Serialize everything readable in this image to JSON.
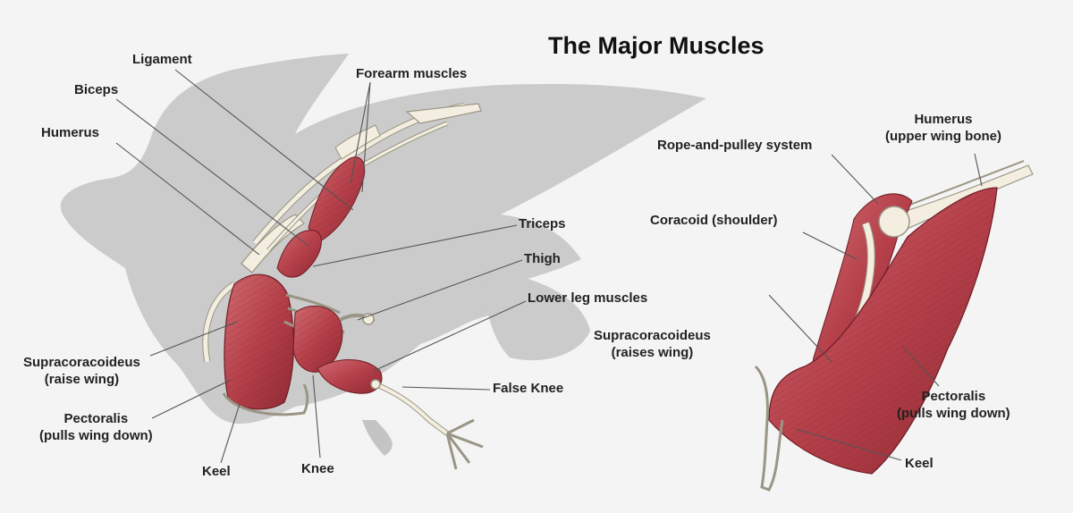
{
  "title": "The Major Muscles",
  "left_figure": {
    "labels": {
      "ligament": "Ligament",
      "biceps": "Biceps",
      "humerus": "Humerus",
      "forearm_muscles": "Forearm muscles",
      "triceps": "Triceps",
      "thigh": "Thigh",
      "lower_leg_muscles": "Lower leg muscles",
      "supracoracoideus": [
        "Supracoracoideus",
        "(raise wing)"
      ],
      "pectoralis": [
        "Pectoralis",
        "(pulls wing down)"
      ],
      "false_knee": "False Knee",
      "keel": "Keel",
      "knee": "Knee"
    }
  },
  "right_figure": {
    "labels": {
      "humerus": [
        "Humerus",
        "(upper wing bone)"
      ],
      "rope_pulley": "Rope-and-pulley system",
      "coracoid": "Coracoid (shoulder)",
      "supracoracoideus": [
        "Supracoracoideus",
        "(raises wing)"
      ],
      "pectoralis": [
        "Pectoralis",
        "(pulls wing down)"
      ],
      "keel": "Keel"
    }
  },
  "colors": {
    "background": "#f4f4f4",
    "silhouette": "#cbcbcb",
    "muscle": "#b5404a",
    "bone": "#f3eedf",
    "leader_line": "#555555"
  }
}
